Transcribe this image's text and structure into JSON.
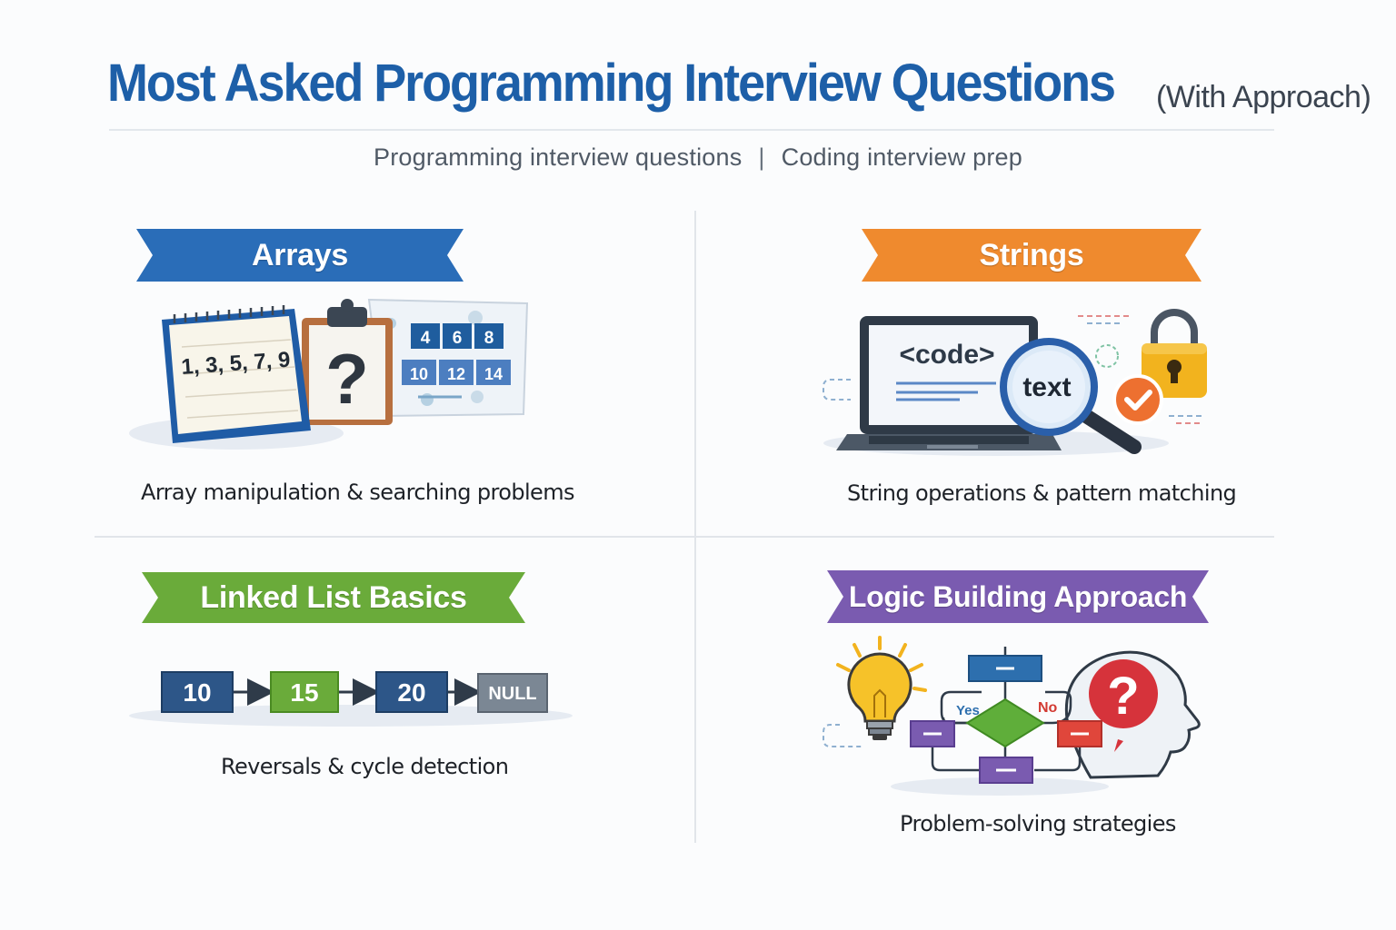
{
  "header": {
    "title": "Most Asked Programming Interview Questions",
    "title_suffix": "(With Approach)",
    "subtitle_left": "Programming interview questions",
    "subtitle_sep": "|",
    "subtitle_right": "Coding interview prep"
  },
  "colors": {
    "title": "#1d5fa8",
    "arrays": "#2a6db8",
    "strings": "#ef8a2e",
    "linked_list": "#6aab3a",
    "logic": "#7a5bb0"
  },
  "sections": {
    "arrays": {
      "label": "Arrays",
      "caption": "Array manipulation & searching problems",
      "notebook_text": "1, 3, 5, 7, 9",
      "question_mark": "?",
      "grid_top": [
        "4",
        "6",
        "8"
      ],
      "grid_bottom": [
        "10",
        "12",
        "14"
      ]
    },
    "strings": {
      "label": "Strings",
      "caption": "String operations & pattern matching",
      "screen_code": "<code>",
      "magnifier_text": "text"
    },
    "linked_list": {
      "label": "Linked List Basics",
      "caption": "Reversals & cycle detection",
      "nodes": [
        "10",
        "15",
        "20",
        "NULL"
      ]
    },
    "logic": {
      "label": "Logic Building Approach",
      "caption": "Problem-solving strategies",
      "yes_label": "Yes",
      "no_label": "No",
      "question_mark": "?"
    }
  }
}
